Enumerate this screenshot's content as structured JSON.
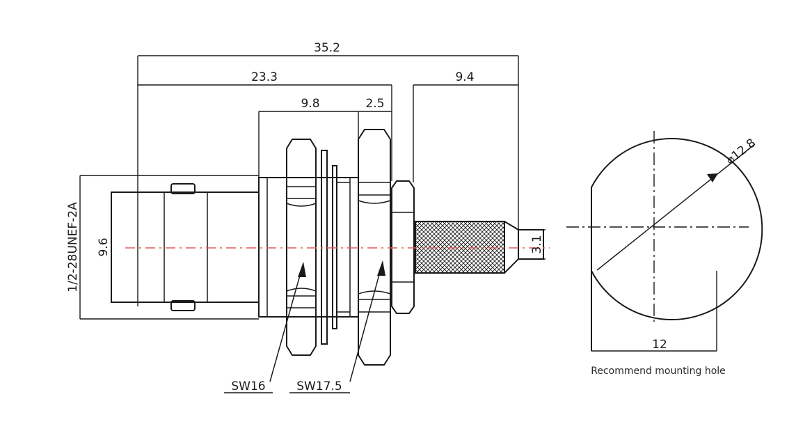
{
  "dimensions": {
    "overall_length": "35.2",
    "body_length": "23.3",
    "nut_span": "9.8",
    "panel_thickness": "2.5",
    "tail_length": "9.4",
    "body_diameter": "9.6",
    "thread_spec": "1/2-28UNEF-2A",
    "pin_diameter": "3.1",
    "hole_diameter": "⌀12.8",
    "hole_flat_width": "12"
  },
  "wrench_sizes": {
    "nut_a": "SW16",
    "nut_b": "SW17.5"
  },
  "caption": "Recommend mounting hole",
  "colors": {
    "line": "#1a1a1a",
    "centerline_red": "#e35a5a"
  }
}
